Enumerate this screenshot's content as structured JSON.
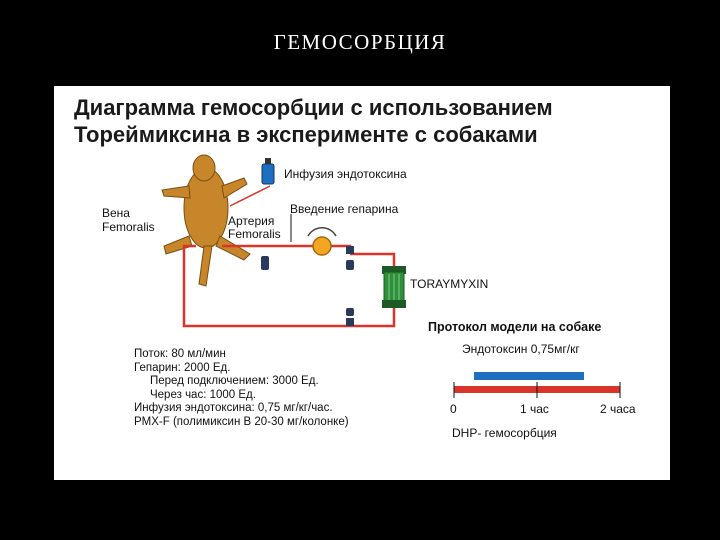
{
  "slide": {
    "title": "ГЕМОСОРБЦИЯ"
  },
  "diagram": {
    "heading_line1": "Диаграмма гемосорбции с использованием",
    "heading_line2": "Тореймиксина в эксперименте с собаками",
    "labels": {
      "infusion": "Инфузия эндотоксина",
      "vein_1": "Вена",
      "vein_2": "Femoralis",
      "artery_1": "Артерия",
      "artery_2": "Femoralis",
      "heparin": "Введение гепарина",
      "column": "TORAYMYXIN"
    },
    "protocol": {
      "title": "Протокол модели на собаке",
      "endotoxin": "Эндотоксин 0,75мг/кг",
      "ticks": [
        "0",
        "1 час",
        "2 часа"
      ],
      "dhp": "DHP- гемосорбция"
    },
    "params": [
      "Поток: 80 мл/мин",
      "Гепарин: 2000 Ед.",
      "Перед подключением: 3000 Ед.",
      "Через час: 1000 Ед.",
      "Инфузия эндотоксина: 0,75 мг/кг/час.",
      "PMX-F (полимиксин В 20-30 мг/колонке)"
    ],
    "colors": {
      "tube": "#d9352b",
      "dog": "#c8862a",
      "column": "#2f8f3a",
      "endotoxin_bar": "#1e6fc0",
      "dhp_bar": "#d9352b"
    }
  }
}
